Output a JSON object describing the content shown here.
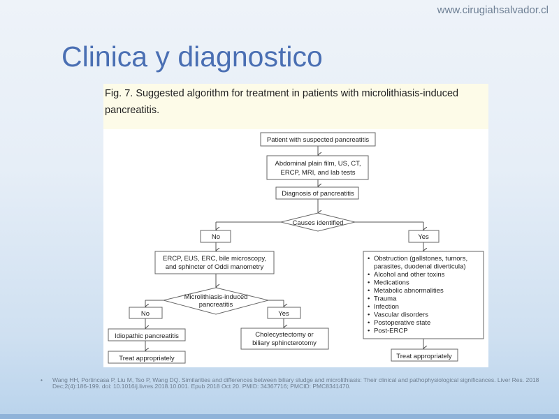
{
  "slide": {
    "url": "www.cirugiahsalvador.cl",
    "title": "Clinica y diagnostico",
    "figure_caption": "Fig. 7. Suggested algorithm for treatment in patients with microlithiasis-induced pancreatitis.",
    "reference_bullet": "•",
    "reference": "Wang HH, Portincasa P, Liu M, Tso P, Wang DQ. Similarities and differences between biliary sludge and microlithiasis: Their clinical and pathophysiological significances. Liver Res. 2018 Dec;2(4):186-199. doi: 10.1016/j.livres.2018.10.001. Epub 2018 Oct 20. PMID: 34367716; PMCID: PMC8341470."
  },
  "flowchart": {
    "start": "Patient with suspected pancreatitis",
    "tests": [
      "Abdominal plain film, US, CT,",
      "ERCP, MRI, and lab tests"
    ],
    "diagnosis": "Diagnosis of pancreatitis",
    "causes_decision": "Causes identified",
    "no": "No",
    "yes": "Yes",
    "further_tests": [
      "ERCP, EUS, ERC, bile microscopy,",
      "and sphincter of Oddi manometry"
    ],
    "micro_decision": [
      "Microlithiasis-induced",
      "pancreatitis"
    ],
    "idiopathic": "Idiopathic pancreatitis",
    "treat": "Treat appropriately",
    "surgery": [
      "Cholecystectomy or",
      "biliary sphincterotomy"
    ],
    "causes_list": [
      "Obstruction (gallstones, tumors,",
      "parasites, duodenal diverticula)",
      "Alcohol and other toxins",
      "Medications",
      "Metabolic abnormalities",
      "Trauma",
      "Infection",
      "Vascular disorders",
      "Postoperative state",
      "Post-ERCP"
    ]
  }
}
